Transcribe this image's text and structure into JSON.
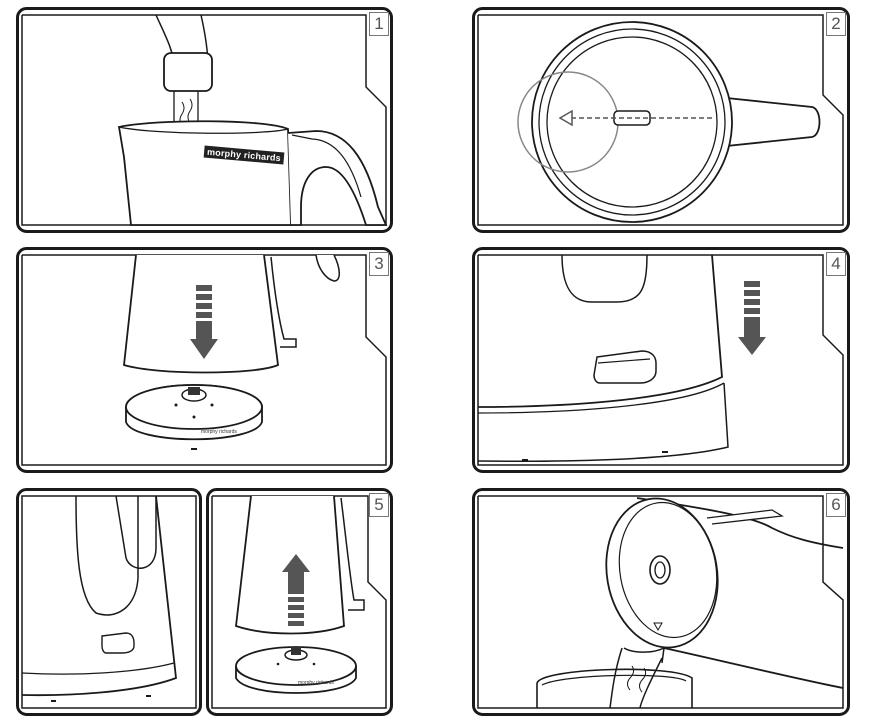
{
  "steps": [
    {
      "number": "1",
      "brand_label": "morphy richards"
    },
    {
      "number": "2"
    },
    {
      "number": "3",
      "base_label": "morphy richards"
    },
    {
      "number": "4"
    },
    {
      "number": "5",
      "base_label": "morphy richards"
    },
    {
      "number": "6"
    }
  ],
  "colors": {
    "line": "#1a1a1a",
    "frame": "#1a1a1a",
    "arrow": "#555555",
    "fill": "#ffffff"
  },
  "icons": [
    "water-tap-icon",
    "lid-release-arrow-icon",
    "down-arrow-icon",
    "up-arrow-icon"
  ]
}
